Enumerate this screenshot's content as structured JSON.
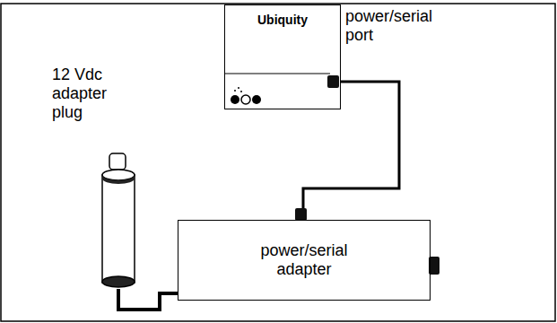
{
  "diagram": {
    "nodes": [
      {
        "text": [
          "Ubiquity"
        ]
      },
      {
        "text": [
          "power/serial adapter"
        ]
      },
      {
        "text": [
          "12 Vdc adapter plug"
        ]
      }
    ],
    "edges": [
      {
        "from": 0,
        "to": 1,
        "arrow": "none"
      },
      {
        "from": 2,
        "to": 1,
        "arrow": "none"
      }
    ],
    "labels": [
      "power/serial port"
    ]
  }
}
